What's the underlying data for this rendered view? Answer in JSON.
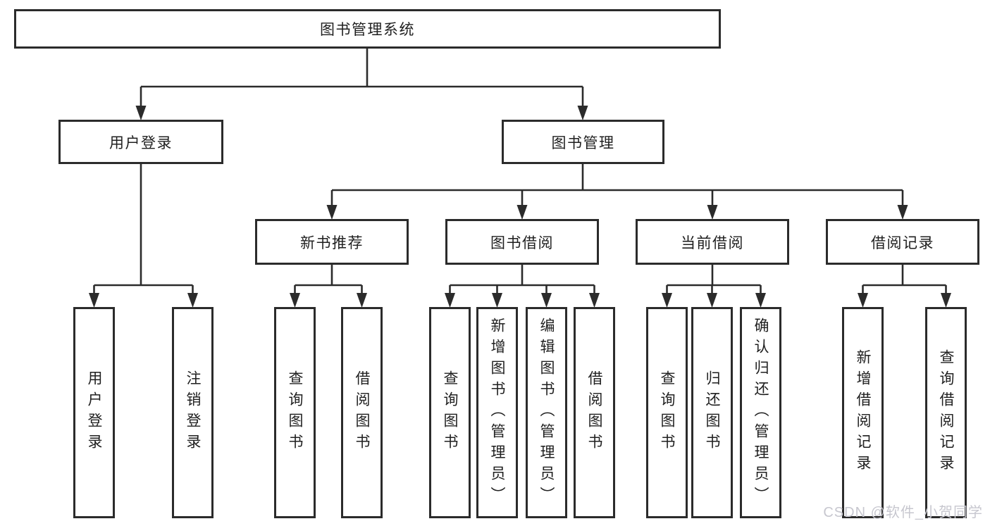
{
  "tree": {
    "label": "图书管理系统",
    "children": [
      {
        "label": "用户登录",
        "children": [
          {
            "label": "用户登录"
          },
          {
            "label": "注销登录"
          }
        ]
      },
      {
        "label": "图书管理",
        "children": [
          {
            "label": "新书推荐",
            "children": [
              {
                "label": "查询图书"
              },
              {
                "label": "借阅图书"
              }
            ]
          },
          {
            "label": "图书借阅",
            "children": [
              {
                "label": "查询图书"
              },
              {
                "label": "新增图书（管理员）"
              },
              {
                "label": "编辑图书（管理员）"
              },
              {
                "label": "借阅图书"
              }
            ]
          },
          {
            "label": "当前借阅",
            "children": [
              {
                "label": "查询图书"
              },
              {
                "label": "归还图书"
              },
              {
                "label": "确认归还（管理员）"
              }
            ]
          },
          {
            "label": "借阅记录",
            "children": [
              {
                "label": "新增借阅记录"
              },
              {
                "label": "查询借阅记录"
              }
            ]
          }
        ]
      }
    ]
  },
  "watermark": {
    "text": "CSDN @软件_小贺同学"
  },
  "colors": {
    "line": "#2b2b2b",
    "text": "#1f1f1f",
    "watermark": "#c7c7cf",
    "background": "#ffffff"
  }
}
